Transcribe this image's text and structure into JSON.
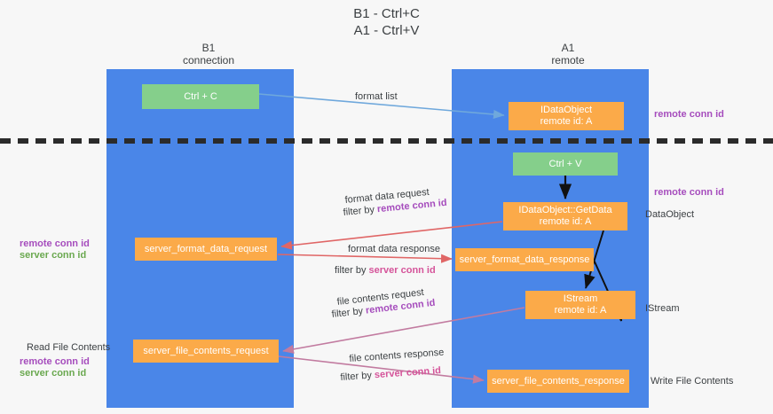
{
  "title": "B1 - Ctrl+C\nA1 - Ctrl+V",
  "columns": {
    "left": {
      "label": "B1\nconnection"
    },
    "right": {
      "label": "A1\nremote"
    }
  },
  "nodes": [
    {
      "id": "ctrl-c",
      "label": "Ctrl + C",
      "color": "#85cf8b",
      "lane": "left"
    },
    {
      "id": "idataobject",
      "label": "IDataObject\nremote id: A",
      "color": "#fbaa49",
      "lane": "right"
    },
    {
      "id": "ctrl-v",
      "label": "Ctrl + V",
      "color": "#85cf8b",
      "lane": "right"
    },
    {
      "id": "idataobject-getdata",
      "label": "IDataObject::GetData\nremote id: A",
      "color": "#fbaa49",
      "lane": "right"
    },
    {
      "id": "server-format-data-request",
      "label": "server_format_data_request",
      "color": "#fbaa49",
      "lane": "left"
    },
    {
      "id": "server-format-data-response",
      "label": "server_format_data_response",
      "color": "#fbaa49",
      "lane": "right"
    },
    {
      "id": "istream",
      "label": "IStream\nremote id: A",
      "color": "#fbaa49",
      "lane": "right"
    },
    {
      "id": "server-file-contents-request",
      "label": "server_file_contents_request",
      "color": "#fbaa49",
      "lane": "left"
    },
    {
      "id": "server-file-contents-response",
      "label": "server_file_contents_response",
      "color": "#fbaa49",
      "lane": "right"
    }
  ],
  "edges": [
    {
      "id": "format-list",
      "label": "format list",
      "filter": "",
      "filter_prefix": ""
    },
    {
      "id": "format-data-request",
      "label": "format data request",
      "filter": "remote conn id",
      "filter_prefix": "filter by "
    },
    {
      "id": "format-data-response",
      "label": "format data response",
      "filter": "server conn id",
      "filter_prefix": "filter by "
    },
    {
      "id": "file-contents-request",
      "label": "file contents request",
      "filter": "remote conn id",
      "filter_prefix": "filter by "
    },
    {
      "id": "file-contents-response",
      "label": "file contents response",
      "filter": "server conn id",
      "filter_prefix": "filter by "
    }
  ],
  "annotations": {
    "right": [
      {
        "id": "remote-conn-id-1",
        "text": "remote conn id",
        "color": "#a64dbd"
      },
      {
        "id": "remote-conn-id-2",
        "text": "remote conn id",
        "color": "#a64dbd"
      },
      {
        "id": "dataobject",
        "text": "DataObject",
        "color": "#3c4043"
      },
      {
        "id": "istream",
        "text": "IStream",
        "color": "#3c4043"
      },
      {
        "id": "write-file",
        "text": "Write File Contents",
        "color": "#3c4043"
      }
    ],
    "left": [
      {
        "id": "conn-ids-1",
        "text": "remote conn id\nserver conn id",
        "color": "#a64dbd"
      },
      {
        "id": "read-file",
        "text": "Read File Contents",
        "color": "#3c4043"
      },
      {
        "id": "conn-ids-2",
        "text": "remote conn id\nserver conn id",
        "color": "#a64dbd"
      }
    ]
  },
  "colors": {
    "lane": "#4a86e8",
    "green_node": "#85cf8b",
    "orange_node": "#fbaa49",
    "remote_conn_id": "#a64dbd",
    "server_conn_id": "#6aa84f",
    "edge_blue": "#6fa8dc",
    "edge_red": "#e06666",
    "edge_magenta": "#c27ba0",
    "edge_black": "#1a1a1a",
    "background": "#f7f7f7",
    "separator": "#2b2b2b"
  }
}
